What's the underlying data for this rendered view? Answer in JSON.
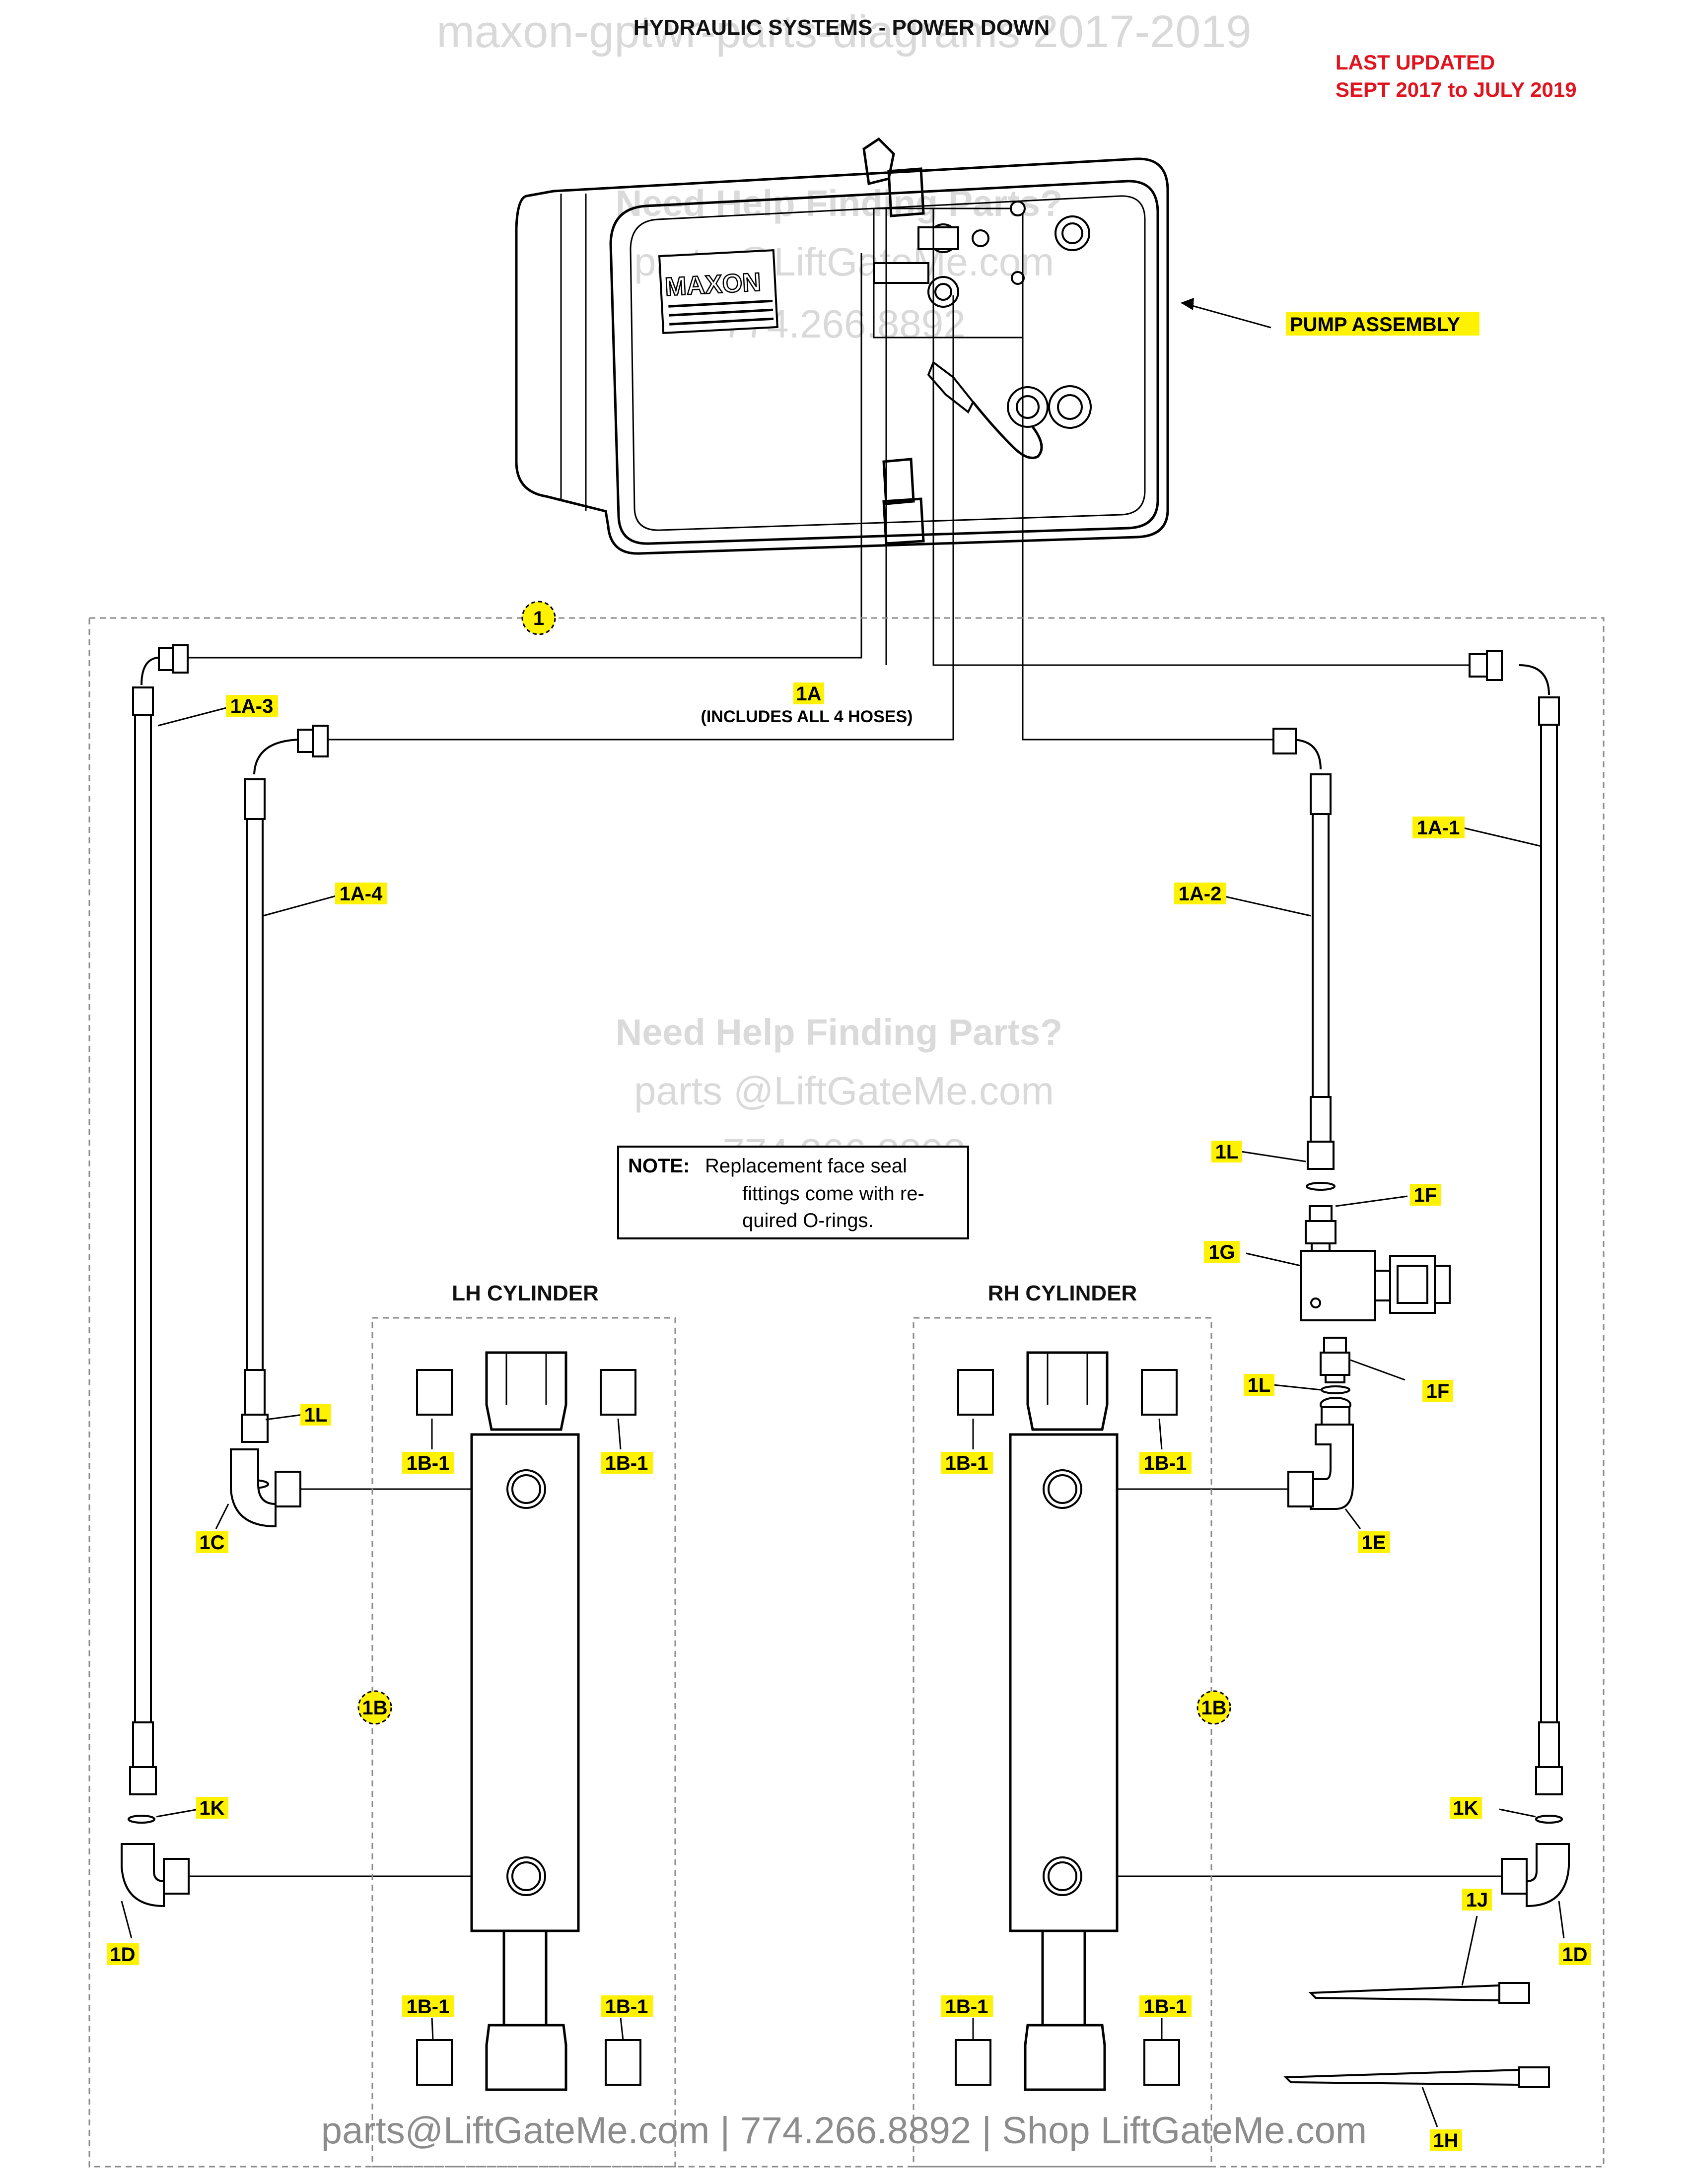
{
  "header": {
    "title": "HYDRAULIC SYSTEMS - POWER DOWN",
    "watermark_top": "maxon-gptwr-parts-diagrams 2017-2019",
    "last_updated_line1": "LAST UPDATED",
    "last_updated_line2": "SEPT 2017 to JULY 2019"
  },
  "pump": {
    "label": "PUMP ASSEMBLY",
    "brand": "MAXON"
  },
  "callouts": {
    "c1": "1",
    "c1A": "1A",
    "c1A_sub": "(INCLUDES ALL 4 HOSES)",
    "c1A1": "1A-1",
    "c1A2": "1A-2",
    "c1A3": "1A-3",
    "c1A4": "1A-4",
    "c1B": "1B",
    "c1B1": "1B-1",
    "c1C": "1C",
    "c1D": "1D",
    "c1E": "1E",
    "c1F": "1F",
    "c1G": "1G",
    "c1H": "1H",
    "c1J": "1J",
    "c1K": "1K",
    "c1L": "1L"
  },
  "cylinders": {
    "lh": "LH CYLINDER",
    "rh": "RH CYLINDER"
  },
  "note": {
    "label": "NOTE:",
    "line1": "Replacement face seal",
    "line2": "fittings come with re-",
    "line3": "quired O-rings."
  },
  "watermark": {
    "headline": "Need Help Finding Parts?",
    "email": "parts @LiftGateMe.com",
    "phone": "774.266.8892"
  },
  "footer": {
    "text": "parts@LiftGateMe.com | 774.266.8892 | Shop LiftGateMe.com"
  }
}
